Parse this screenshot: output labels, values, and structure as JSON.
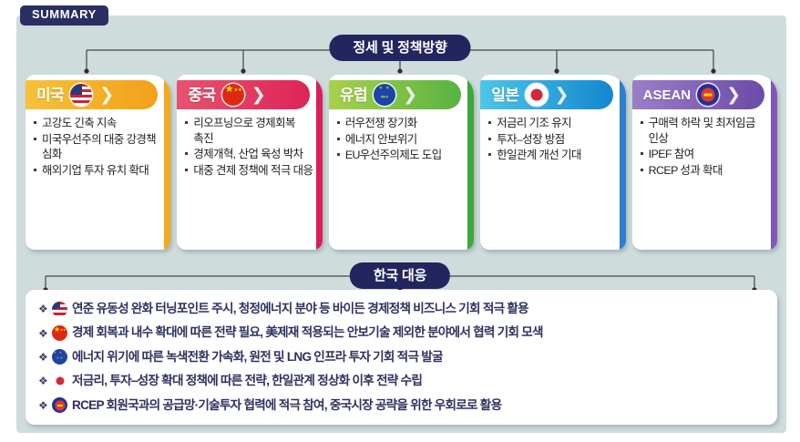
{
  "summary_badge": "SUMMARY",
  "banners": {
    "top": "정세 및 정책방향",
    "bottom": "한국 대응"
  },
  "colors": {
    "panel_bg": "#cfdcdc",
    "badge_navy": "#2b2e63",
    "banner_navy": "#23255e",
    "us": "#f5a81c",
    "china": "#e0385f",
    "europe": "#6cbb3c",
    "japan": "#1ea7de",
    "asean": "#7b5fb5",
    "response_text": "#2f3060"
  },
  "cards": [
    {
      "id": "us",
      "title": "미국",
      "flag": "us-flag-icon",
      "head_from": "#f5c238",
      "head_to": "#f3a01a",
      "spine": "#f5a81c",
      "bullets": [
        "고강도 긴축 지속",
        "미국우선주의 대중 강경책 심화",
        "해외기업 투자 유치 확대"
      ]
    },
    {
      "id": "china",
      "title": "중국",
      "flag": "china-flag-icon",
      "head_from": "#e8536f",
      "head_to": "#dd2457",
      "spine": "#d81f5b",
      "bullets": [
        "리오프닝으로 경제회복 촉진",
        "경제개혁, 산업 육성 박차",
        "대중 견제 정책에 적극 대응"
      ]
    },
    {
      "id": "europe",
      "title": "유럽",
      "flag": "eu-flag-icon",
      "head_from": "#a8d14a",
      "head_to": "#57b342",
      "spine": "#3ba93c",
      "bullets": [
        "러우전쟁 장기화",
        "에너지 안보위기",
        "EU우선주의제도 도입"
      ]
    },
    {
      "id": "japan",
      "title": "일본",
      "flag": "japan-flag-icon",
      "head_from": "#4cc6e8",
      "head_to": "#1487cf",
      "spine": "#2a7fd0",
      "bullets": [
        "저금리 기조 유지",
        "투자‒성장 방점",
        "한일관계 개선 기대"
      ]
    },
    {
      "id": "asean",
      "title": "ASEAN",
      "flag": "asean-flag-icon",
      "head_from": "#9b7ec9",
      "head_to": "#6c4aa8",
      "spine": "#8158b8",
      "bullets": [
        "구매력 하락 및 최저임금 인상",
        "IPEF 참여",
        "RCEP 성과 확대"
      ]
    }
  ],
  "response_rows": [
    {
      "flag": "us-flag-icon",
      "text": "연준 유동성 완화 터닝포인트 주시, 청정에너지 분야 등 바이든 경제정책 비즈니스 기회 적극 활용"
    },
    {
      "flag": "china-flag-icon",
      "text": "경제 회복과 내수 확대에 따른 전략 필요, 美제재 적용되는 안보기술 제외한 분야에서 협력 기회 모색"
    },
    {
      "flag": "eu-flag-icon",
      "text": "에너지 위기에 따른 녹색전환 가속화, 원전 및 LNG 인프라 투자 기회 적극 발굴"
    },
    {
      "flag": "japan-flag-icon",
      "text": "저금리, 투자‒성장 확대 정책에 따른 전략, 한일관계 정상화 이후 전략 수립"
    },
    {
      "flag": "asean-flag-icon",
      "text": "RCEP 회원국과의 공급망·기술투자 협력에 적극 참여, 중국시장 공략을 위한 우회로로 활용"
    }
  ],
  "bullet_marker": "❖",
  "chevron": "❯"
}
